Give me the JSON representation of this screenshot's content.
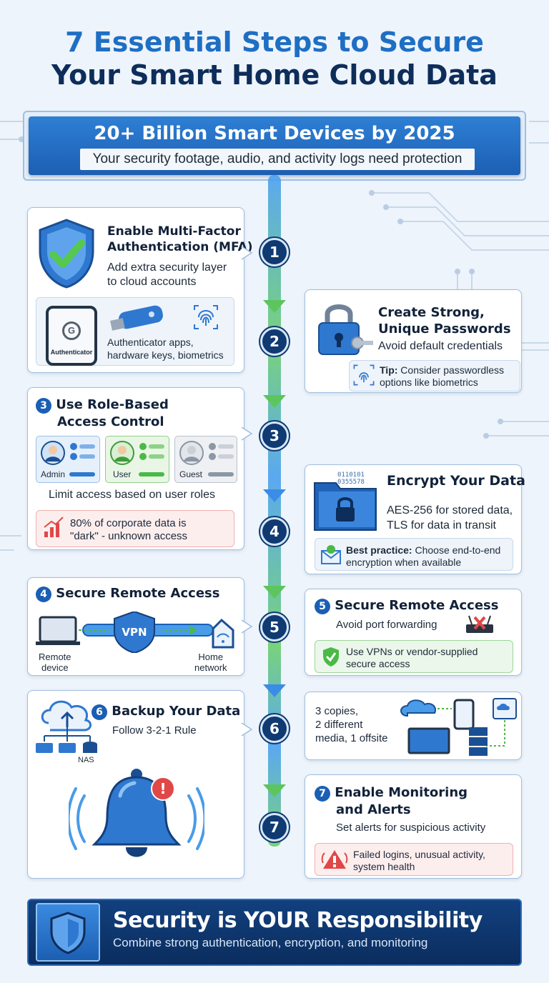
{
  "title": {
    "line1": "7 Essential Steps to Secure",
    "line2": "Your Smart Home Cloud Data"
  },
  "banner": {
    "headline": "20+ Billion Smart Devices by 2025",
    "subline": "Your security footage, audio, and activity logs need protection"
  },
  "steps": [
    "1",
    "2",
    "3",
    "4",
    "5",
    "6",
    "7"
  ],
  "mfa": {
    "title_line1": "Enable Multi-Factor",
    "title_line2": "Authentication (MFA)",
    "desc_line1": "Add extra security layer",
    "desc_line2": "to cloud accounts",
    "phone_label": "Authenticator",
    "phone_glyph": "G",
    "methods_line1": "Authenticator apps,",
    "methods_line2": "hardware keys, biometrics"
  },
  "passwords": {
    "title_line1": "Create Strong,",
    "title_line2": "Unique Passwords",
    "desc": "Avoid default credentials",
    "tip_label": "Tip:",
    "tip_line1": " Consider passwordless",
    "tip_line2": "options like biometrics"
  },
  "rbac": {
    "num": "3",
    "title_line1": "Use Role-Based",
    "title_line2": "Access Control",
    "roles": [
      "Admin",
      "User",
      "Guest"
    ],
    "desc": "Limit access based on user roles",
    "stat_line1": "80% of corporate data is",
    "stat_line2": "\"dark\" - unknown access"
  },
  "encrypt": {
    "title": "Encrypt Your Data",
    "binary_line1": "0110101",
    "binary_line2": "0355578",
    "desc_line1": "AES-256 for stored data,",
    "desc_line2": "TLS for data in transit",
    "best_label": "Best practice:",
    "best_line1": " Choose end-to-end",
    "best_line2": "encryption when available"
  },
  "remote_left": {
    "num": "4",
    "title": "Secure Remote Access",
    "vpn_label": "VPN",
    "device_line1": "Remote",
    "device_line2": "device",
    "network_line1": "Home",
    "network_line2": "network"
  },
  "remote_right": {
    "num": "5",
    "title": "Secure Remote Access",
    "desc": "Avoid port forwarding",
    "tip_line1": "Use VPNs or vendor-supplied",
    "tip_line2": "secure access"
  },
  "backup": {
    "num": "6",
    "title": "Backup Your Data",
    "desc": "Follow 3-2-1 Rule",
    "nas_label": "NAS",
    "rule_line1": "3 copies,",
    "rule_line2": "2 different",
    "rule_line3": "media, 1 offsite"
  },
  "monitor": {
    "num": "7",
    "title_line1": "Enable Monitoring",
    "title_line2": "and Alerts",
    "desc": "Set alerts for suspicious activity",
    "alert_line1": "Failed logins, unusual activity,",
    "alert_line2": "system health",
    "bell_badge": "!"
  },
  "footer": {
    "headline": "Security is YOUR Responsibility",
    "subline": "Combine strong authentication, encryption, and monitoring"
  },
  "colors": {
    "primary": "#1e6fc4",
    "navy": "#0d2d5a",
    "green": "#5dc55d",
    "red": "#e04848"
  }
}
